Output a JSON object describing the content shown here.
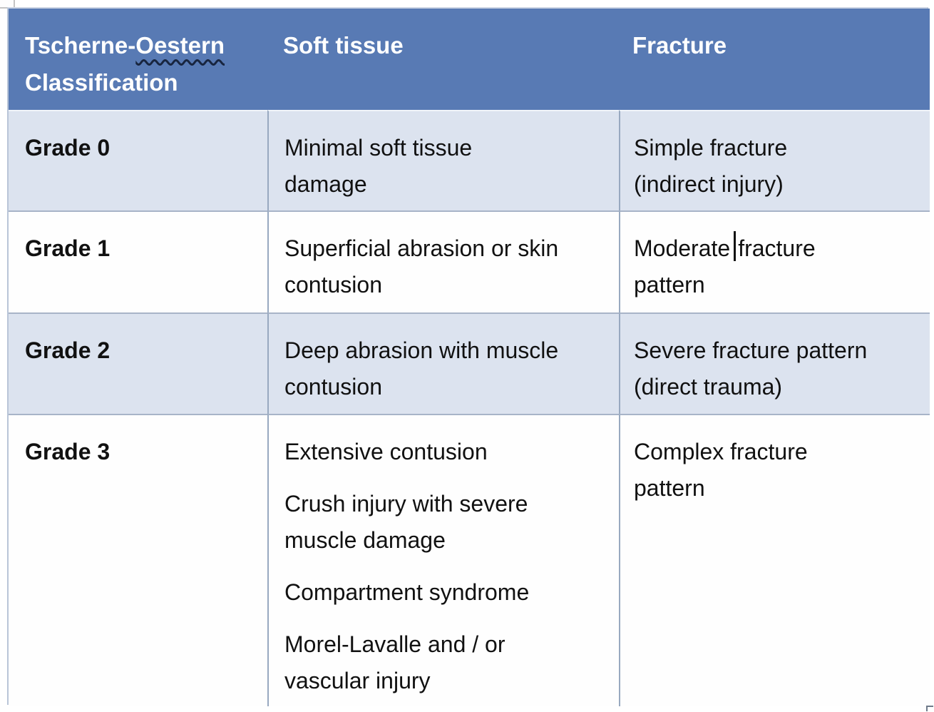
{
  "colors": {
    "header_bg": "#587ab4",
    "header_text": "#ffffff",
    "banded_row_bg": "#dce3ef",
    "plain_row_bg": "#fefefe",
    "body_text": "#111111",
    "grid_border": "#98a9c0",
    "spellcheck_squiggle": "#18253f"
  },
  "table": {
    "header": {
      "title_part1": "Tscherne-",
      "title_part2_misspelled": "Oestern",
      "title_line2": "Classification",
      "col2_label": "Soft tissue",
      "col3_label": "Fracture"
    },
    "rows": [
      {
        "grade": "Grade 0",
        "soft_tissue_lines": [
          "Minimal soft tissue",
          "damage"
        ],
        "fracture_lines": [
          "Simple fracture",
          "(indirect injury)"
        ]
      },
      {
        "grade": "Grade 1",
        "soft_tissue_lines": [
          "Superficial abrasion or skin",
          "contusion"
        ],
        "has_text_cursor": true,
        "fracture_before_cursor": "Moderate",
        "fracture_after_cursor_line1": "fracture",
        "fracture_line2": "pattern"
      },
      {
        "grade": "Grade 2",
        "soft_tissue_lines": [
          "Deep abrasion with muscle",
          "contusion"
        ],
        "fracture_lines": [
          "Severe fracture pattern",
          "(direct trauma)"
        ]
      },
      {
        "grade": "Grade 3",
        "soft_tissue_paragraphs": [
          [
            "Extensive contusion"
          ],
          [
            "Crush injury with severe",
            "muscle damage"
          ],
          [
            "Compartment syndrome"
          ],
          [
            "Morel-Lavalle and / or",
            "vascular injury"
          ]
        ],
        "fracture_lines": [
          "Complex fracture",
          "pattern"
        ]
      }
    ]
  }
}
